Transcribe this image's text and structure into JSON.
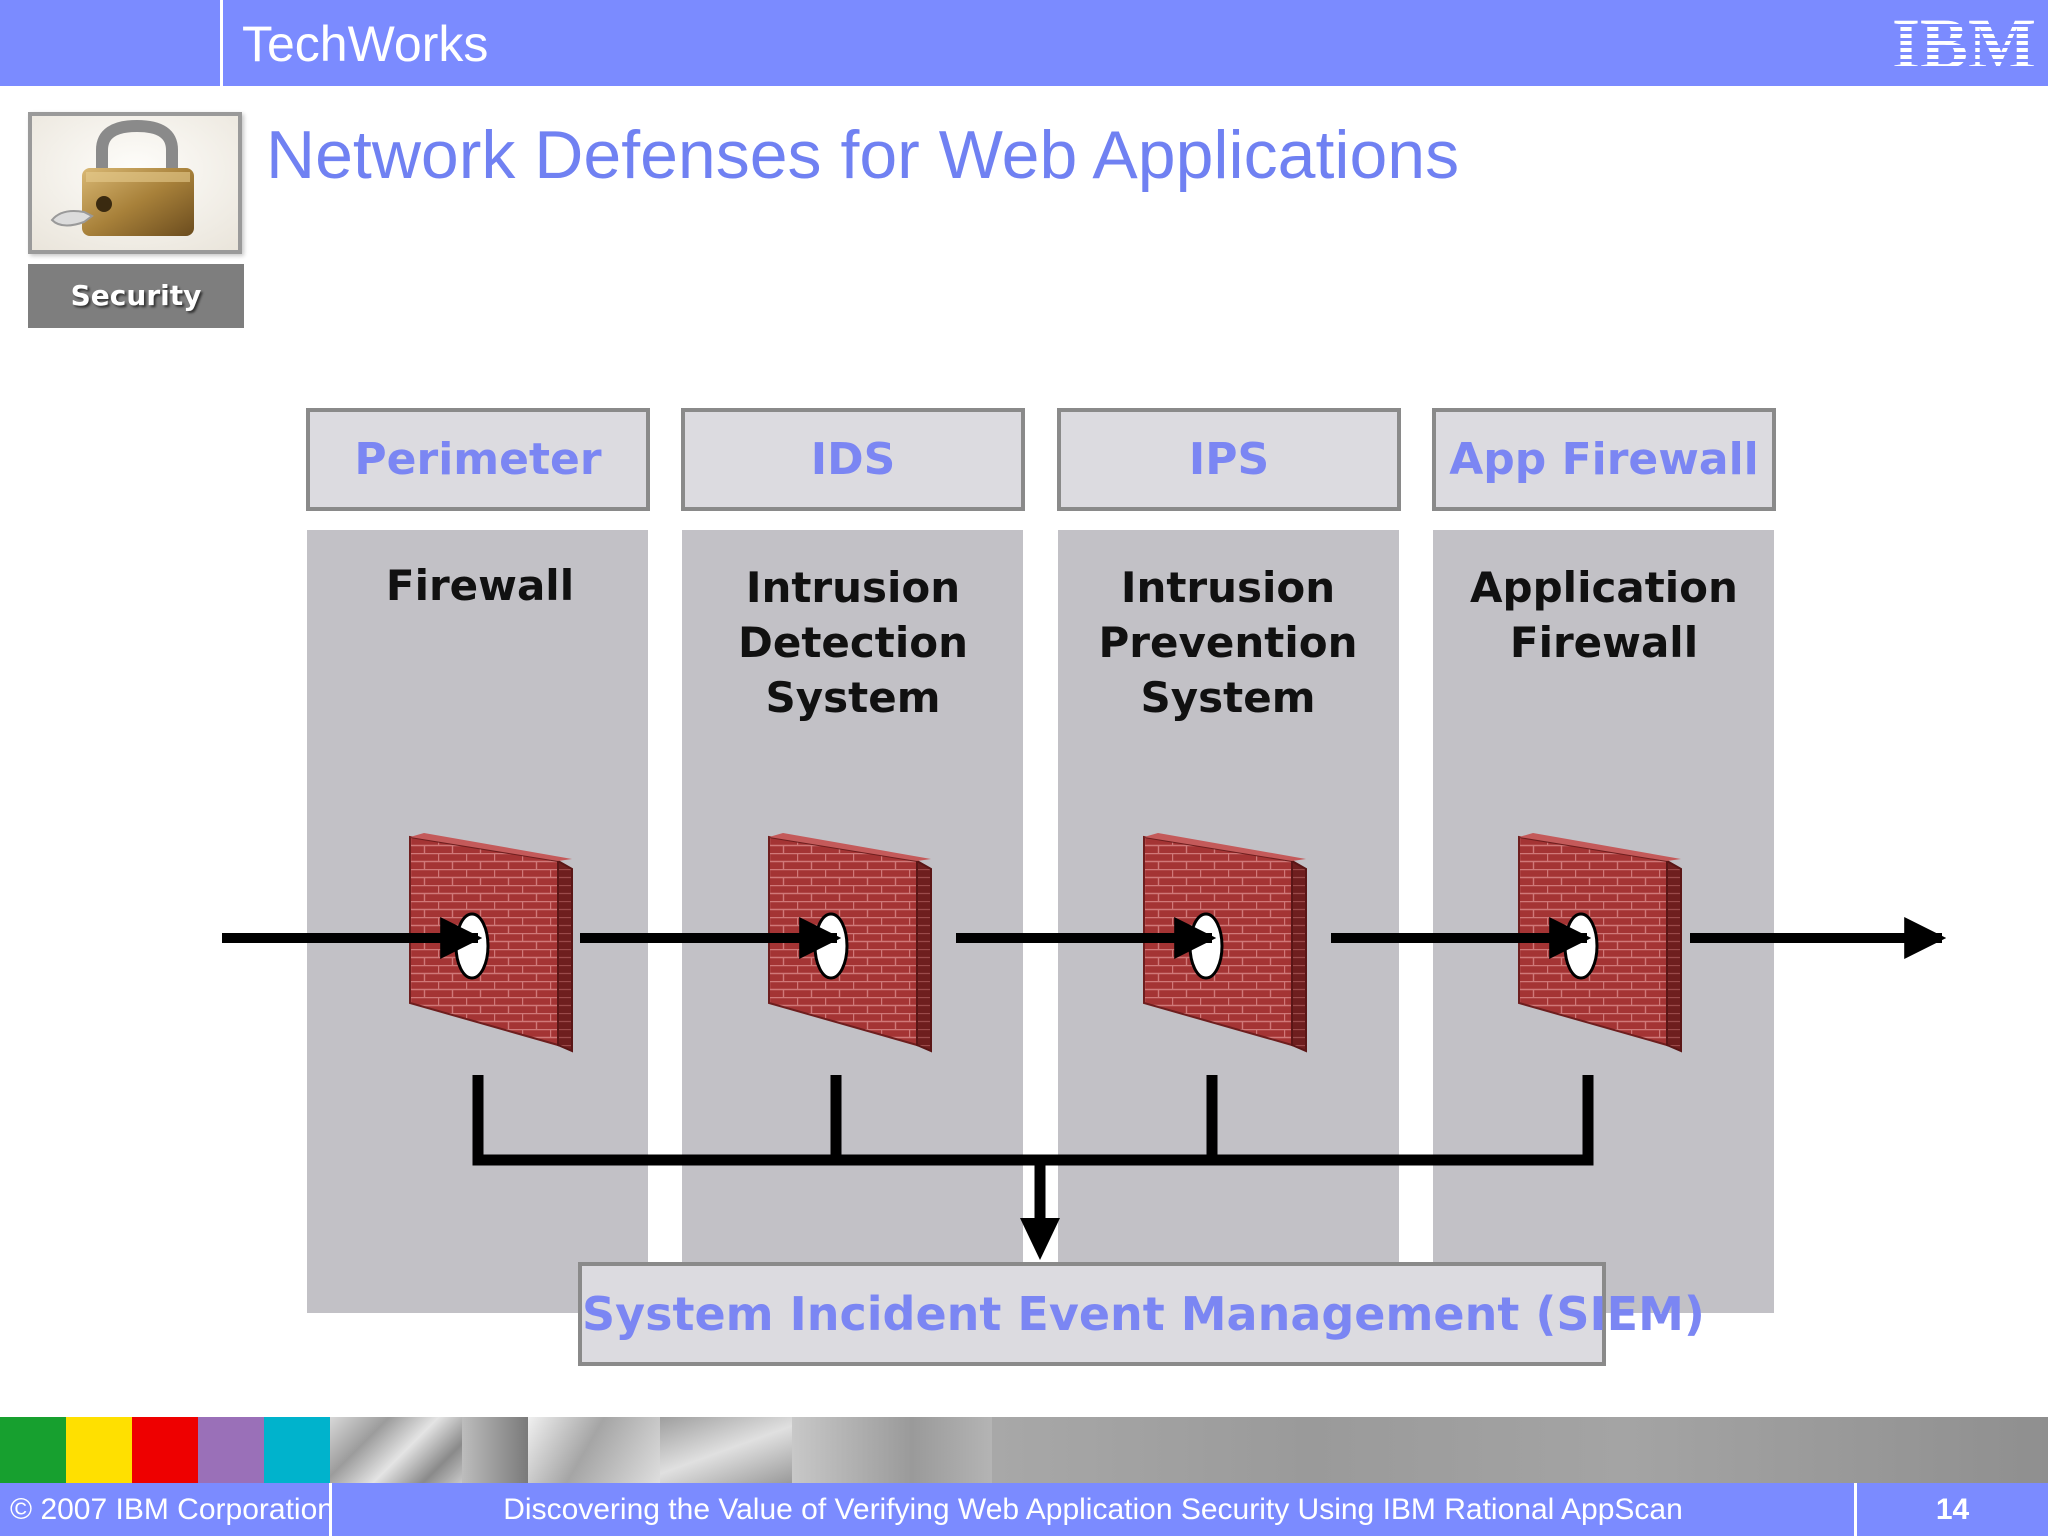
{
  "header": {
    "brand": "TechWorks",
    "logo_text": "IBM"
  },
  "sidebar": {
    "thumbnail_label": "Security"
  },
  "slide": {
    "title": "Network Defenses for Web Applications"
  },
  "columns": [
    {
      "header": "Perimeter",
      "description": "Firewall"
    },
    {
      "header": "IDS",
      "description": "Intrusion\nDetection\nSystem"
    },
    {
      "header": "IPS",
      "description": "Intrusion\nPrevention\nSystem"
    },
    {
      "header": "App Firewall",
      "description": "Application\nFirewall"
    }
  ],
  "siem": {
    "label": "System Incident Event Management (SIEM)"
  },
  "footer": {
    "copyright": "© 2007 IBM Corporation",
    "presentation_title": "Discovering the Value of Verifying Web Application Security Using IBM Rational AppScan",
    "page_number": "14"
  },
  "colors": {
    "header_bar": "#7b8bff",
    "title_text": "#7081f2",
    "column_header_text": "#7b86f3",
    "column_background": "#c2c1c6",
    "wall_brick": "#a43434",
    "strip_swatches": [
      "#17a02f",
      "#ffe000",
      "#ee0000",
      "#9a70b8",
      "#00b3cc"
    ]
  },
  "icons": [
    "padlock-icon",
    "brick-wall-icon",
    "ibm-logo"
  ]
}
